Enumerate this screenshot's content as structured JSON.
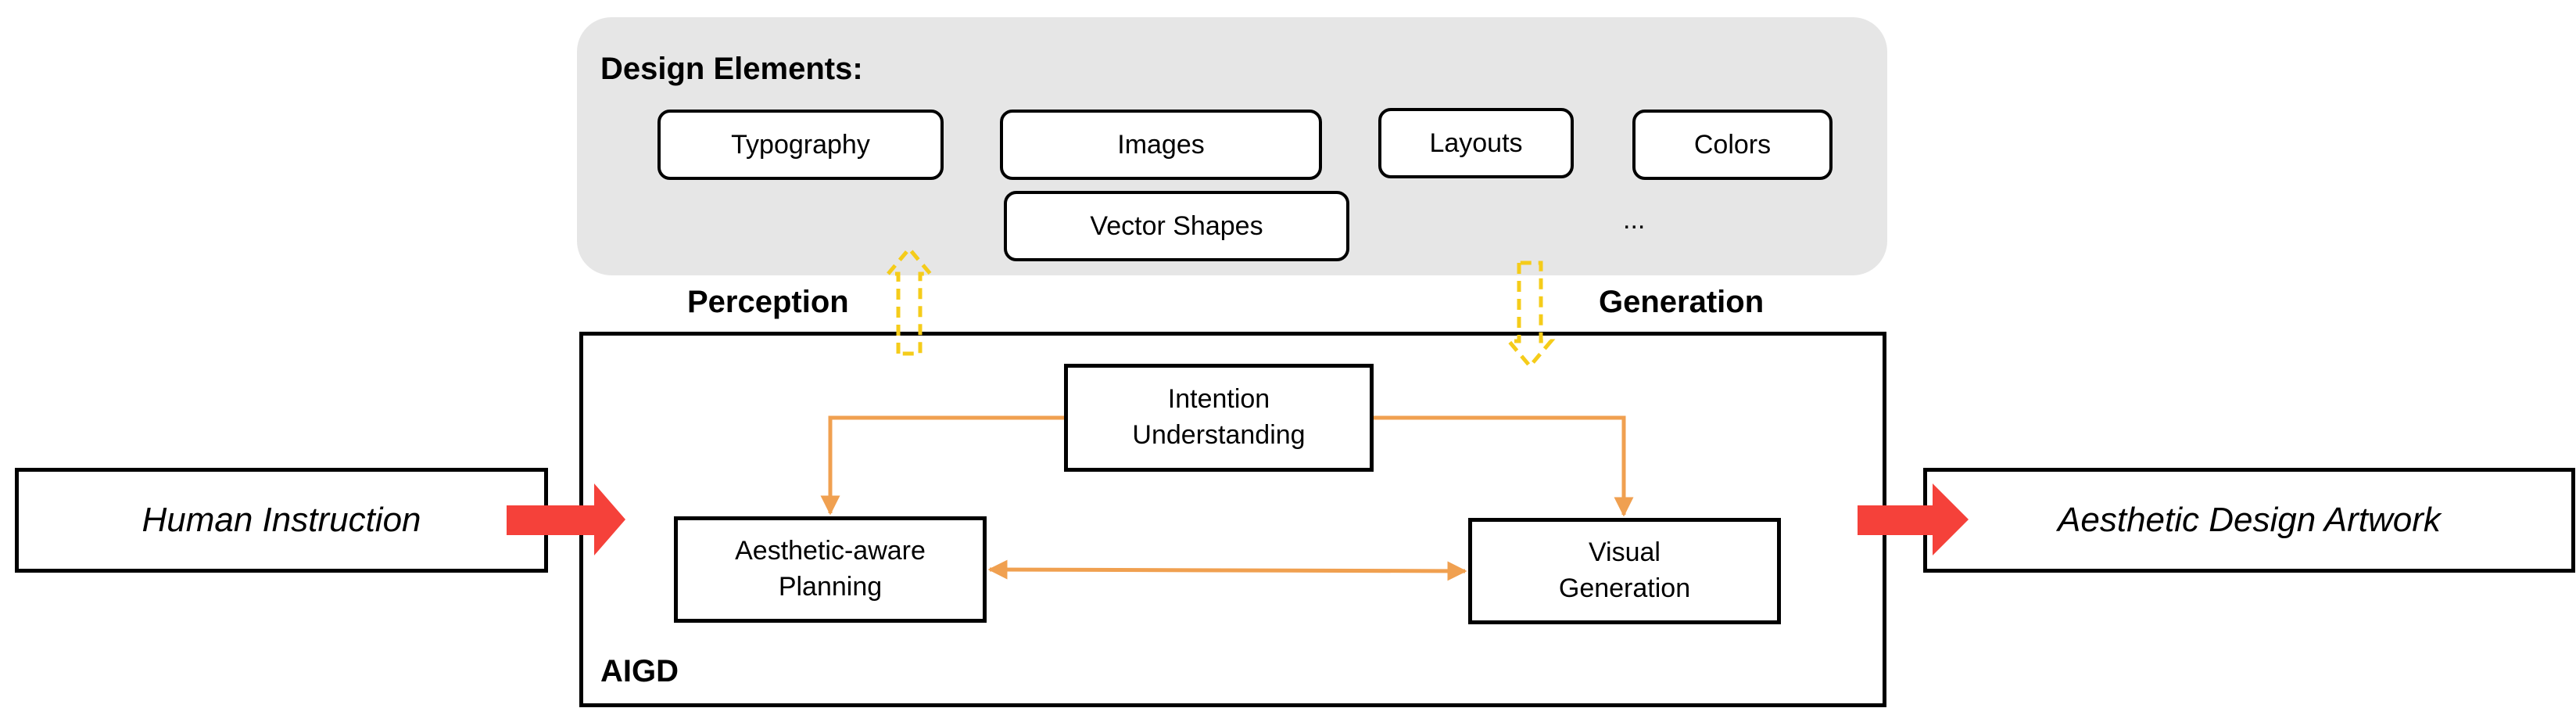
{
  "design_elements": {
    "title": "Design Elements:",
    "items": [
      "Typography",
      "Images",
      "Layouts",
      "Colors",
      "Vector Shapes"
    ],
    "more": "..."
  },
  "labels": {
    "perception": "Perception",
    "generation": "Generation",
    "aigd": "AIGD"
  },
  "input": "Human Instruction",
  "output": "Aesthetic Design Artwork",
  "nodes": {
    "intention": "Intention\nUnderstanding",
    "planning": "Aesthetic-aware\nPlanning",
    "visual": "Visual\nGeneration"
  },
  "colors": {
    "panel": "#e6e6e6",
    "orange": "#f0a050",
    "red": "#f5413a",
    "yellow": "#f5cc1a"
  }
}
